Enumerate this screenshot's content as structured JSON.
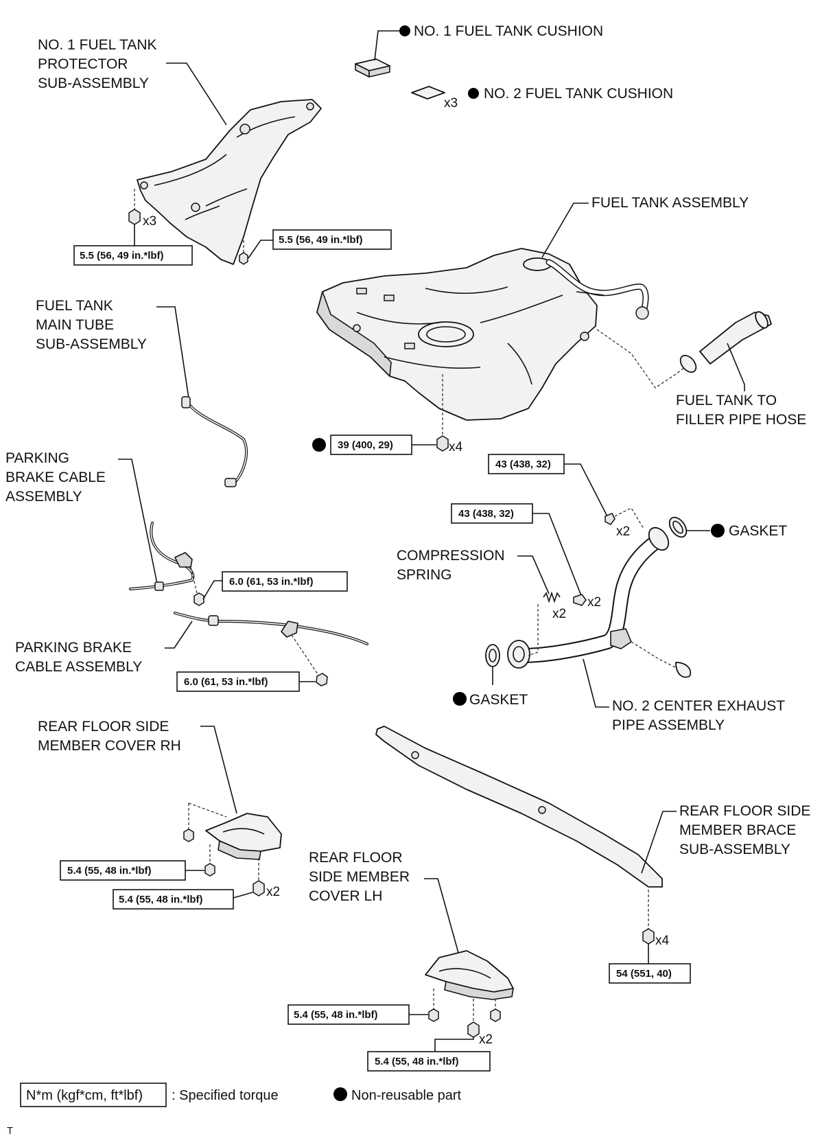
{
  "labels": {
    "no1_protector": [
      "NO. 1 FUEL TANK",
      "PROTECTOR",
      "SUB-ASSEMBLY"
    ],
    "no1_cushion": "NO. 1 FUEL TANK CUSHION",
    "no2_cushion": "NO. 2 FUEL TANK CUSHION",
    "fuel_tank_assembly": "FUEL TANK ASSEMBLY",
    "main_tube": [
      "FUEL TANK",
      "MAIN TUBE",
      "SUB-ASSEMBLY"
    ],
    "filler_pipe_hose": [
      "FUEL TANK TO",
      "FILLER PIPE HOSE"
    ],
    "parking_brake_cable_1": [
      "PARKING",
      "BRAKE CABLE",
      "ASSEMBLY"
    ],
    "parking_brake_cable_2": [
      "PARKING BRAKE",
      "CABLE ASSEMBLY"
    ],
    "compression_spring": [
      "COMPRESSION",
      "SPRING"
    ],
    "gasket_right": "GASKET",
    "gasket_left": "GASKET",
    "exhaust_pipe": [
      "NO. 2 CENTER EXHAUST",
      "PIPE ASSEMBLY"
    ],
    "cover_rh": [
      "REAR FLOOR SIDE",
      "MEMBER COVER RH"
    ],
    "cover_lh": [
      "REAR FLOOR",
      "SIDE MEMBER",
      "COVER LH"
    ],
    "brace": [
      "REAR FLOOR SIDE",
      "MEMBER BRACE",
      "SUB-ASSEMBLY"
    ]
  },
  "torques": {
    "protector_left": "5.5 (56, 49 in.*lbf)",
    "protector_right": "5.5 (56, 49 in.*lbf)",
    "tank": "39 (400, 29)",
    "exhaust_upper": "43 (438, 32)",
    "exhaust_lower": "43 (438, 32)",
    "cable_upper": "6.0 (61, 53 in.*lbf)",
    "cable_lower": "6.0 (61, 53 in.*lbf)",
    "rh_upper": "5.4 (55, 48 in.*lbf)",
    "rh_lower": "5.4 (55, 48 in.*lbf)",
    "lh_upper": "5.4 (55, 48 in.*lbf)",
    "lh_lower": "5.4 (55, 48 in.*lbf)",
    "brace": "54 (551, 40)"
  },
  "multipliers": {
    "cushion2": "x3",
    "protector_bolts": "x3",
    "tank_bolts": "x4",
    "exhaust_upper_bolts": "x2",
    "spring": "x2",
    "exhaust_lower_bolts": "x2",
    "rh_bolts": "x2",
    "lh_bolts": "x2",
    "brace_bolts": "x4"
  },
  "legend": {
    "torque_box": "N*m (kgf*cm, ft*lbf)",
    "torque_desc": ": Specified torque",
    "non_reusable": "Non-reusable part"
  },
  "footer_code": "T"
}
